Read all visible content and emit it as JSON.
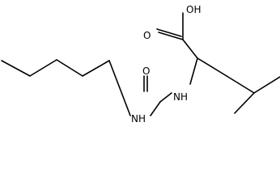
{
  "structure": {
    "atoms": {
      "carboxyl_oh": "OH",
      "carboxyl_o": "O",
      "urea_o": "O",
      "amide_nh": "NH",
      "pentyl_nh": "NH"
    }
  }
}
